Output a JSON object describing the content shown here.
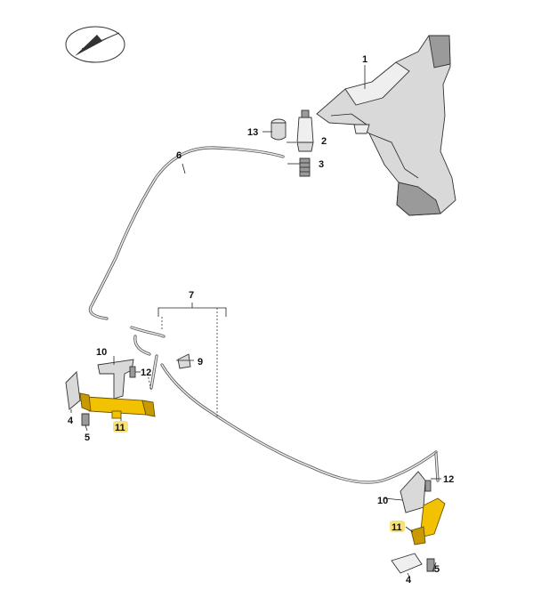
{
  "callouts": [
    {
      "id": "c1",
      "text": "1"
    },
    {
      "id": "c2",
      "text": "2"
    },
    {
      "id": "c3",
      "text": "3"
    },
    {
      "id": "c4a",
      "text": "4"
    },
    {
      "id": "c4b",
      "text": "4"
    },
    {
      "id": "c5a",
      "text": "5"
    },
    {
      "id": "c5b",
      "text": "5"
    },
    {
      "id": "c6",
      "text": "6"
    },
    {
      "id": "c7",
      "text": "7"
    },
    {
      "id": "c9",
      "text": "9"
    },
    {
      "id": "c10a",
      "text": "10"
    },
    {
      "id": "c10b",
      "text": "10"
    },
    {
      "id": "c11a",
      "text": "11"
    },
    {
      "id": "c11b",
      "text": "11"
    },
    {
      "id": "c12a",
      "text": "12"
    },
    {
      "id": "c12b",
      "text": "12"
    },
    {
      "id": "c13",
      "text": "13"
    }
  ],
  "highlight_color": "#f7e27a",
  "part_highlight_color": "#f2c200"
}
